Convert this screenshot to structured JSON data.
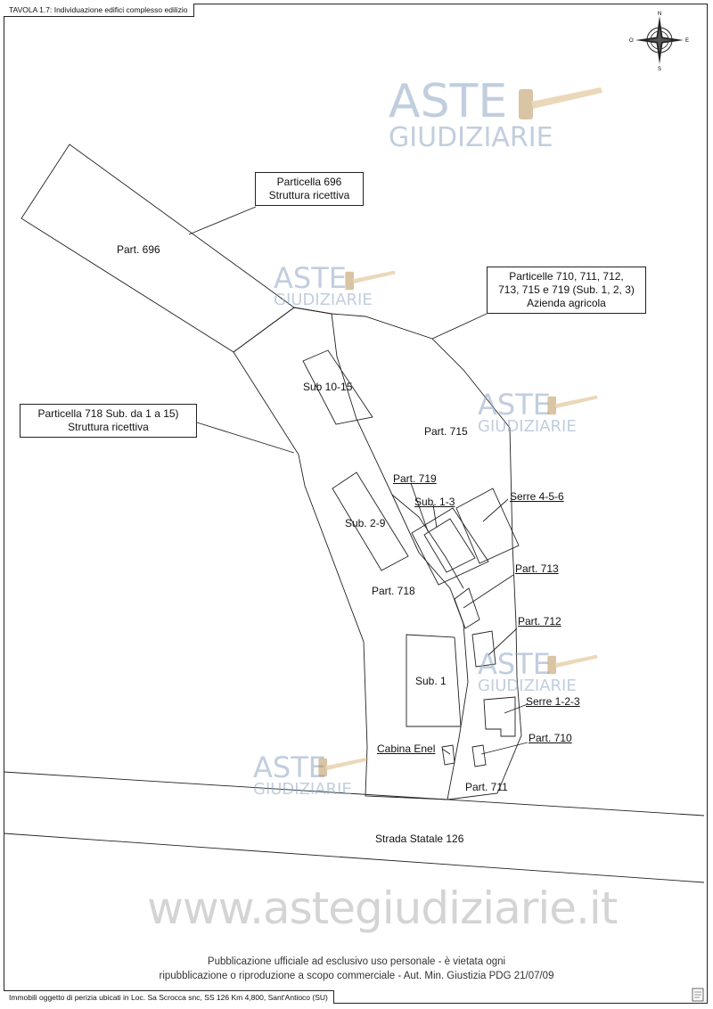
{
  "header": {
    "title": "TAVOLA 1.7: Individuazione edifici complesso edilizio"
  },
  "footer": {
    "caption": "Immobili oggetto di perizia ubicati in Loc. Sa Scrocca snc, SS 126 Km 4,800, Sant'Antioco (SU)"
  },
  "compass": {
    "n": "N",
    "s": "S",
    "e": "E",
    "o": "O"
  },
  "callouts": {
    "c696": [
      "Particella 696",
      "Struttura ricettiva"
    ],
    "c710": [
      "Particelle 710, 711, 712,",
      "713, 715 e 719 (Sub. 1, 2, 3)",
      "Azienda agricola"
    ],
    "c718": [
      "Particella 718 Sub. da 1 a 15)",
      "Struttura ricettiva"
    ]
  },
  "labels": {
    "part696": "Part. 696",
    "sub10_15": "Sub 10-15",
    "part715": "Part. 715",
    "part719": "Part. 719",
    "sub1_3": "Sub. 1-3",
    "serre456": "Serre 4-5-6",
    "sub2_9": "Sub. 2-9",
    "part713": "Part. 713",
    "part718": "Part. 718",
    "part712": "Part. 712",
    "sub1": "Sub. 1",
    "serre123": "Serre 1-2-3",
    "part710": "Part. 710",
    "cabina": "Cabina Enel",
    "part711": "Part. 711",
    "strada": "Strada Statale 126"
  },
  "watermark": {
    "line1": "ASTE",
    "line2": "GIUDIZIARIE",
    "site": "www.astegiudiziarie.it"
  },
  "notice": {
    "line1": "Pubblicazione ufficiale ad esclusivo uso personale - è vietata ogni",
    "line2": "ripubblicazione o riproduzione a scopo commerciale - Aut. Min. Giustizia PDG 21/07/09"
  },
  "colors": {
    "line": "#222222",
    "watermark": "#8fa7c4"
  }
}
